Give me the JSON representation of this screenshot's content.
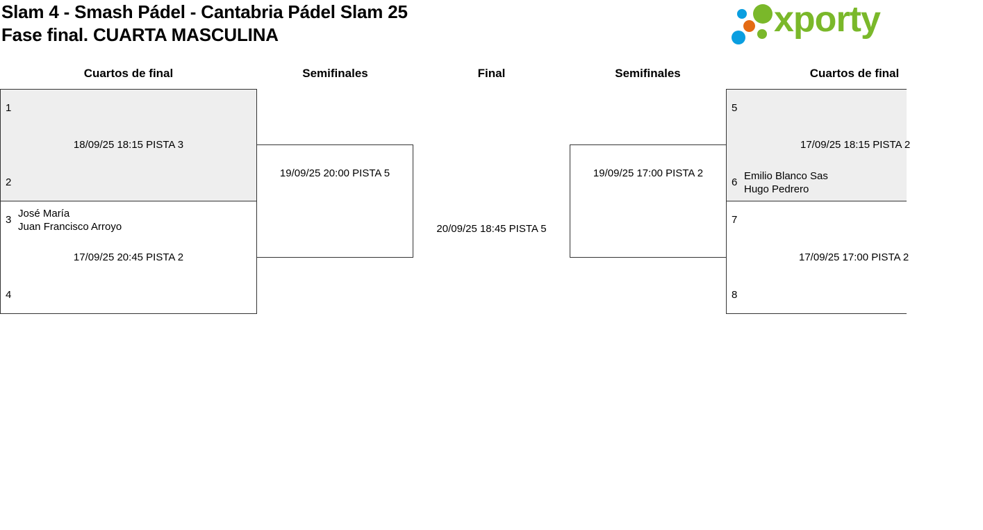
{
  "header": {
    "title_line1": "Slam 4 - Smash Pádel - Cantabria Pádel Slam 25",
    "title_line2": "Fase final. CUARTA MASCULINA",
    "logo_text": "xporty"
  },
  "rounds": {
    "left_quarters": "Cuartos de final",
    "left_semis": "Semifinales",
    "final": "Final",
    "right_semis": "Semifinales",
    "right_quarters": "Cuartos de final"
  },
  "matches": {
    "qf1": {
      "seed_top": "1",
      "seed_bottom": "2",
      "schedule": "18/09/25 18:15 PISTA 3"
    },
    "qf2": {
      "seed_top": "3",
      "team_top": [
        "José María",
        "Juan Francisco Arroyo"
      ],
      "seed_bottom": "4",
      "schedule": "17/09/25 20:45 PISTA 2"
    },
    "qf3": {
      "seed_top": "5",
      "seed_bottom": "6",
      "team_bottom": [
        "Emilio Blanco Sas",
        "Hugo Pedrero"
      ],
      "schedule": "17/09/25 18:15 PISTA 2"
    },
    "qf4": {
      "seed_top": "7",
      "seed_bottom": "8",
      "schedule": "17/09/25 17:00 PISTA 2"
    },
    "sf_left": {
      "schedule": "19/09/25 20:00 PISTA 5"
    },
    "sf_right": {
      "schedule": "19/09/25 17:00 PISTA 2"
    },
    "final": {
      "schedule": "20/09/25 18:45 PISTA 5"
    }
  }
}
